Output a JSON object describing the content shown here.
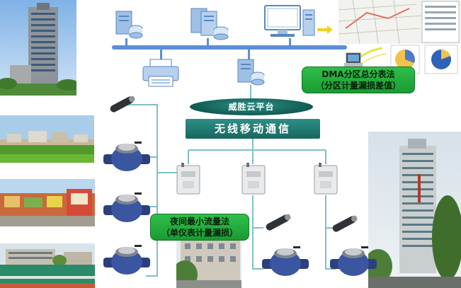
{
  "platform_label": "威胜云平台",
  "comm_label": "无线移动通信",
  "dma_callout": {
    "line1": "DMA分区总分表法",
    "line2": "（分区计量漏损差值）"
  },
  "night_callout": {
    "line1": "夜间最小流量法",
    "line2": "（单仪表计量漏损）"
  },
  "colors": {
    "bus": "#5a8fd6",
    "teal": "#1d766d",
    "green": "#22a83a",
    "line": "#7ec0c4"
  }
}
